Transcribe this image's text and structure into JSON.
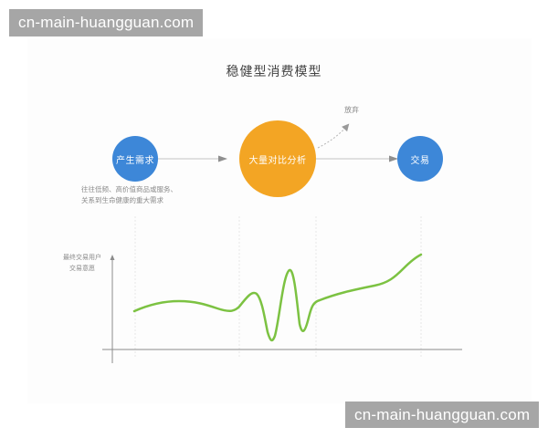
{
  "watermarks": {
    "top": "cn-main-huangguan.com",
    "bottom": "cn-main-huangguan.com"
  },
  "diagram": {
    "title": "稳健型消费模型",
    "nodes": [
      {
        "id": "demand",
        "label": "产生需求",
        "color": "#3d87d8"
      },
      {
        "id": "compare",
        "label": "大量对比分析",
        "color": "#f3a524"
      },
      {
        "id": "trade",
        "label": "交易",
        "color": "#3d87d8"
      }
    ],
    "branch_label": "放弃",
    "caption_lines": [
      "往往低频、高价值商品或服务、",
      "关系到生命健康的重大需求"
    ],
    "arrow_color": "#9a9a9a"
  },
  "chart": {
    "y_axis_label_lines": [
      "最终交易用户",
      "交易意愿"
    ],
    "line_color": "#7cc242",
    "axis_color": "#8c8c8c",
    "phase_dividers": 4
  },
  "chart_data": {
    "type": "line",
    "title": "",
    "xlabel": "",
    "ylabel": "最终交易用户交易意愿",
    "grid": false,
    "phases": [
      "产生需求",
      "大量对比分析",
      "交易"
    ],
    "series": [
      {
        "name": "交易意愿",
        "x": [
          0,
          0.1,
          0.2,
          0.3,
          0.38,
          0.45,
          0.48,
          0.52,
          0.55,
          0.58,
          0.62,
          0.65,
          0.7,
          0.8,
          0.86,
          0.93,
          1.0
        ],
        "values": [
          26,
          32,
          34,
          31,
          28,
          38,
          33,
          6,
          30,
          60,
          18,
          24,
          36,
          42,
          46,
          66,
          74
        ]
      }
    ]
  }
}
